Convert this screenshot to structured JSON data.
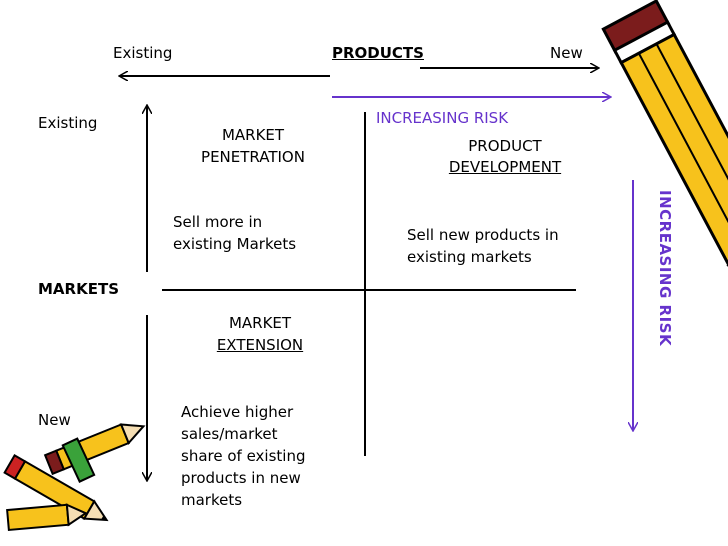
{
  "products_axis": {
    "existing": "Existing",
    "title": "PRODUCTS",
    "new": "New"
  },
  "markets_axis": {
    "existing": "Existing",
    "title": "MARKETS",
    "new": "New"
  },
  "increasing_risk_top": "INCREASING RISK",
  "increasing_risk_side": "INCREASING RISK",
  "quadrants": {
    "penetration": {
      "title_line1": "MARKET",
      "title_line2": "PENETRATION",
      "desc_line1": "Sell more in",
      "desc_line2": "existing Markets"
    },
    "development": {
      "title_line1": "PRODUCT",
      "title_line2": "DEVELOPMENT",
      "desc_line1": "Sell new products in",
      "desc_line2": "existing markets"
    },
    "extension": {
      "title_line1": "MARKET",
      "title_line2": "EXTENSION",
      "desc_line1": "Achieve higher",
      "desc_line2": "sales/market",
      "desc_line3": "share of existing",
      "desc_line4": "products in new",
      "desc_line5": "markets"
    }
  },
  "colors": {
    "risk": "#6633cc",
    "pencil_body": "#f7c21c",
    "pencil_outline": "#000000"
  },
  "icons": [
    "pencil-top-right",
    "pencils-bottom-left"
  ]
}
